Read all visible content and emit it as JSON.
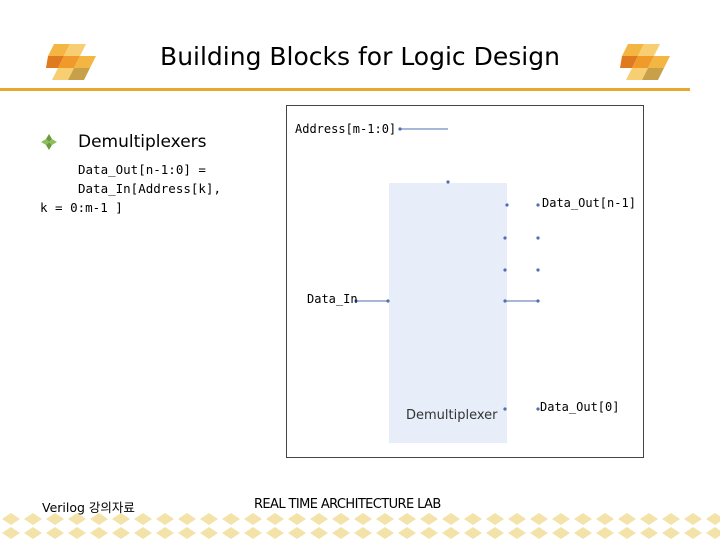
{
  "slide": {
    "title": "Building Blocks for Logic Design",
    "bullet": "Demultiplexers",
    "desc_line1": "Data_Out[n-1:0] =",
    "desc_line2": "Data_In[Address[k],",
    "desc_line3": "k = 0:m-1 ]"
  },
  "diagram": {
    "address_label": "Address[m-1:0]",
    "data_in_label": "Data_In",
    "data_out_top_label": "Data_Out[n-1]",
    "data_out_bottom_label": "Data_Out[0]",
    "block_label": "Demultiplexer"
  },
  "footer": {
    "left": "Verilog 강의자료",
    "center": "REAL TIME ARCHITECTURE LAB"
  },
  "colors": {
    "accent_orange": "#e9a632",
    "block_fill": "#e8eef9",
    "pin_blue": "#4f6fb0"
  }
}
